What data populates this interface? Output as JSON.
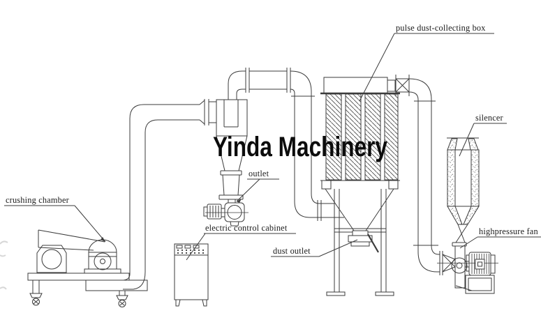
{
  "colors": {
    "background": "#ffffff",
    "line": "#3b3b3b",
    "label_text": "#1b1b1b",
    "watermark_text": "#0c0c0c"
  },
  "watermark": {
    "text": "Yinda Machinery"
  },
  "labels": {
    "pulse_dust_collecting_box": "pulse dust-collecting box",
    "silencer": "silencer",
    "outlet": "outlet",
    "crushing_chamber": "crushing chamber",
    "electric_control_cabinet": "electric control cabinet",
    "dust_outlet": "dust outlet",
    "highpressure_fan": "highpressure fan"
  }
}
